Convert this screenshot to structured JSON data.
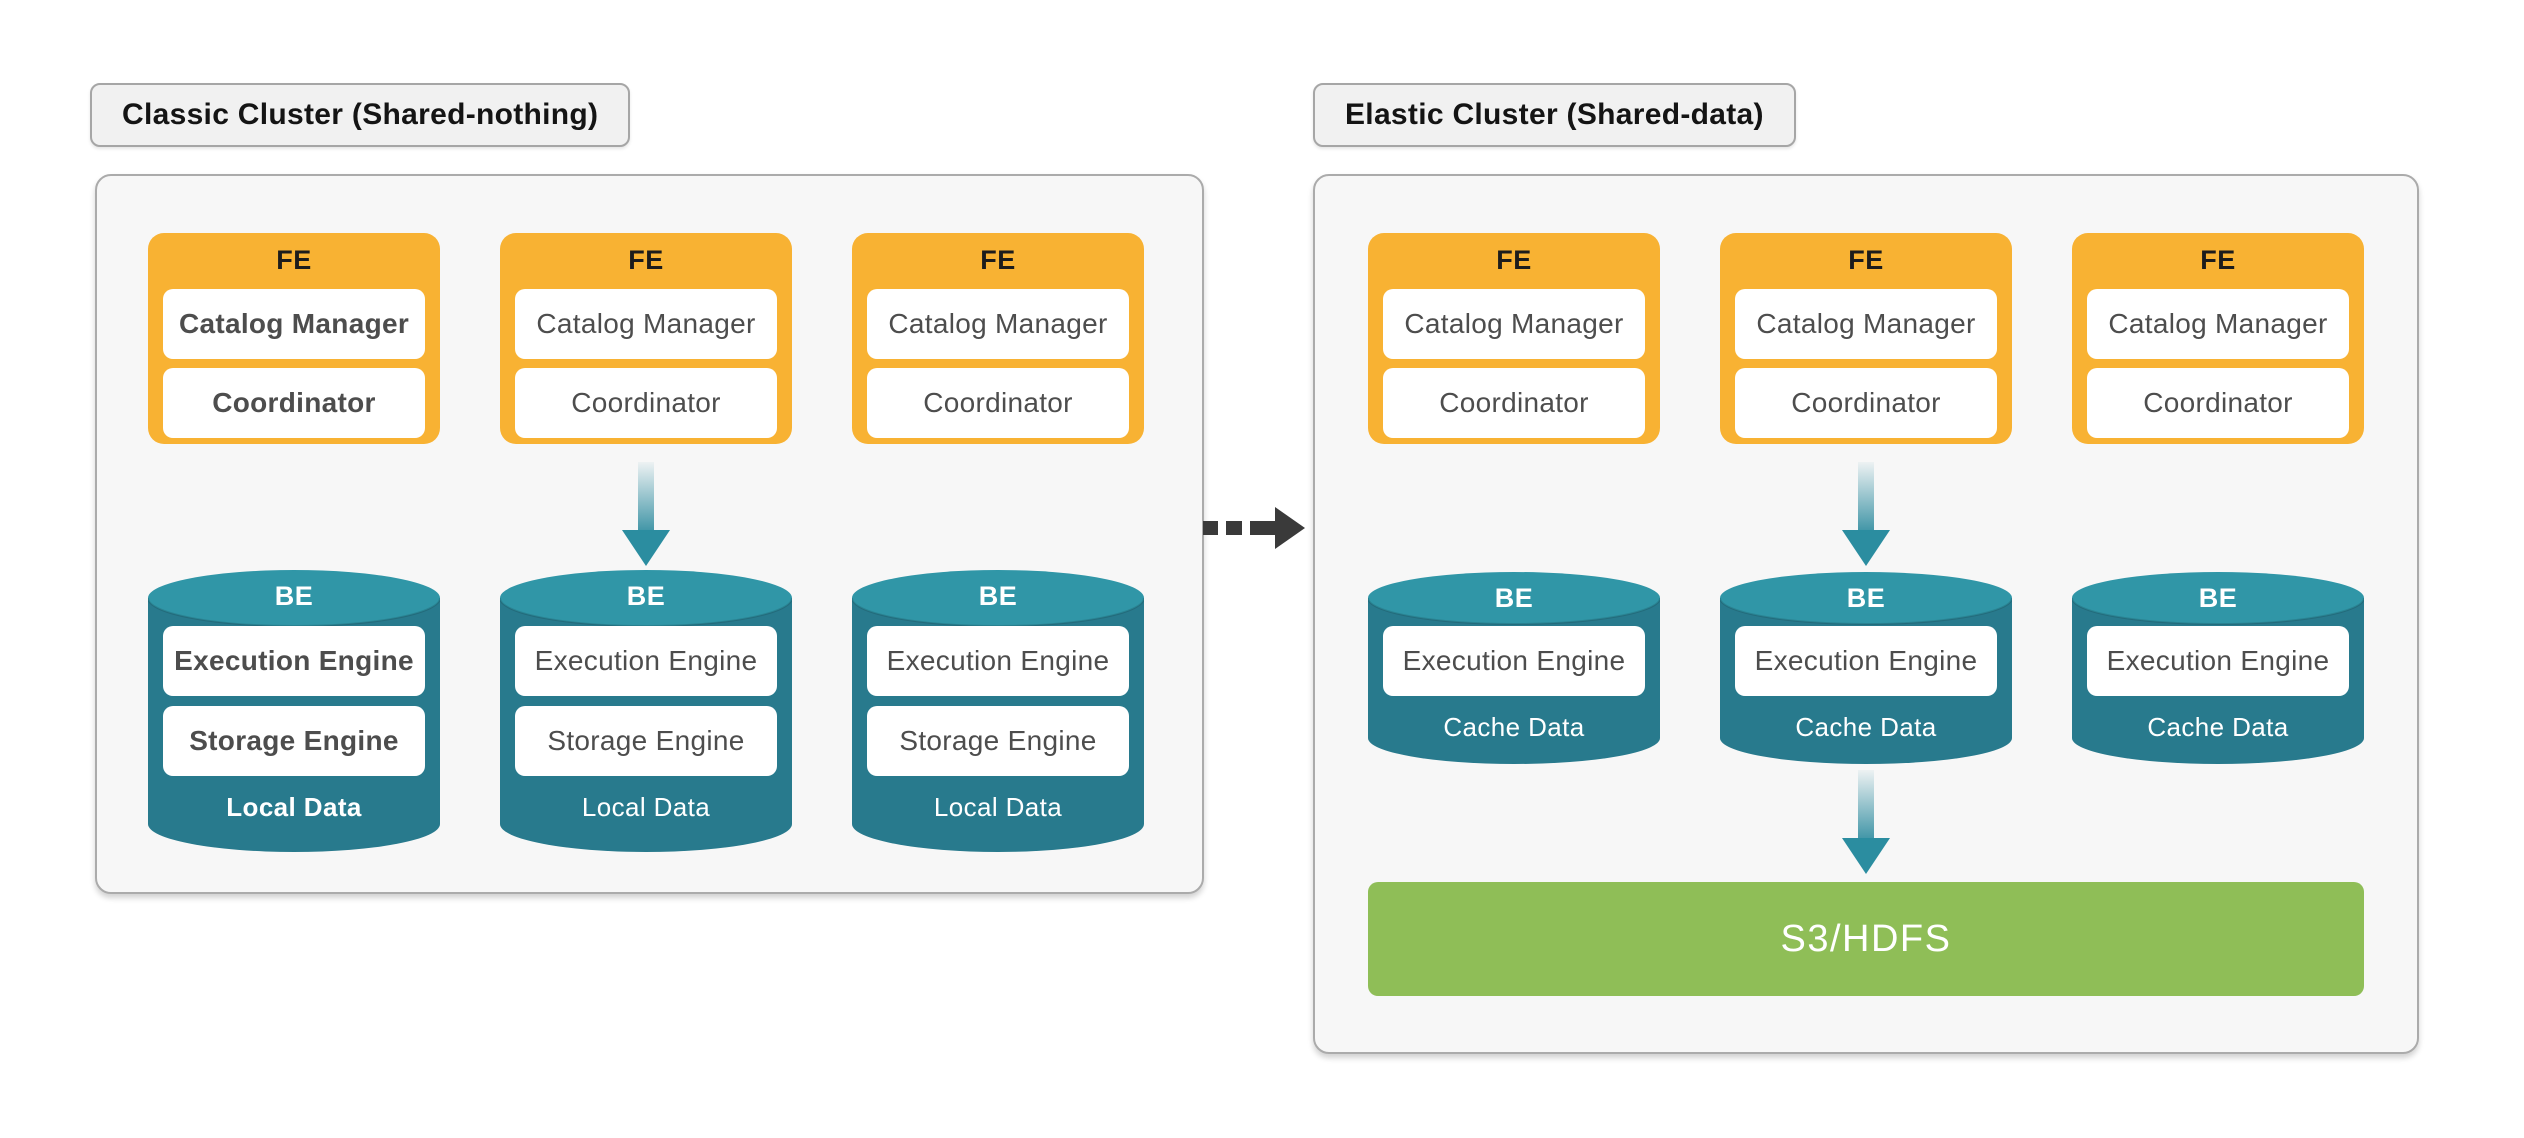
{
  "left_panel": {
    "title": "Classic Cluster (Shared-nothing)",
    "fe_nodes": [
      {
        "title": "FE",
        "components": [
          "Catalog Manager",
          "Coordinator"
        ]
      },
      {
        "title": "FE",
        "components": [
          "Catalog Manager",
          "Coordinator"
        ]
      },
      {
        "title": "FE",
        "components": [
          "Catalog Manager",
          "Coordinator"
        ]
      }
    ],
    "be_nodes": [
      {
        "title": "BE",
        "components": [
          "Execution Engine",
          "Storage Engine"
        ],
        "data_label": "Local Data"
      },
      {
        "title": "BE",
        "components": [
          "Execution Engine",
          "Storage Engine"
        ],
        "data_label": "Local Data"
      },
      {
        "title": "BE",
        "components": [
          "Execution Engine",
          "Storage Engine"
        ],
        "data_label": "Local Data"
      }
    ]
  },
  "right_panel": {
    "title": "Elastic Cluster (Shared-data)",
    "fe_nodes": [
      {
        "title": "FE",
        "components": [
          "Catalog Manager",
          "Coordinator"
        ]
      },
      {
        "title": "FE",
        "components": [
          "Catalog Manager",
          "Coordinator"
        ]
      },
      {
        "title": "FE",
        "components": [
          "Catalog Manager",
          "Coordinator"
        ]
      }
    ],
    "be_nodes": [
      {
        "title": "BE",
        "components": [
          "Execution Engine"
        ],
        "data_label": "Cache Data"
      },
      {
        "title": "BE",
        "components": [
          "Execution Engine"
        ],
        "data_label": "Cache Data"
      },
      {
        "title": "BE",
        "components": [
          "Execution Engine"
        ],
        "data_label": "Cache Data"
      }
    ],
    "storage_label": "S3/HDFS"
  },
  "colors": {
    "fe_fill": "#F8B233",
    "be_body": "#287A8D",
    "be_top": "#3096A7",
    "storage_fill": "#8FBE57",
    "arrow_teal": "#2B8DA0",
    "transition_arrow": "#3A3A3A"
  }
}
